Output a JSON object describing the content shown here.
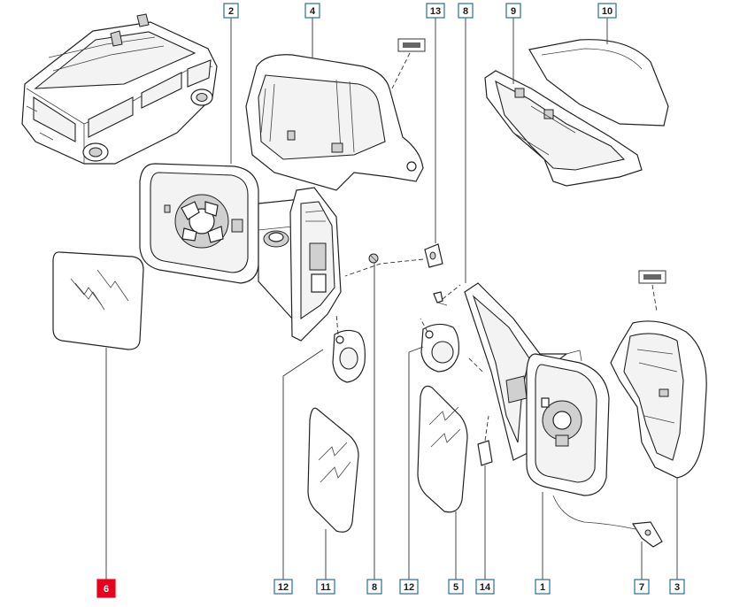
{
  "callouts": [
    {
      "id": "c2",
      "label": "2",
      "highlight": false
    },
    {
      "id": "c4",
      "label": "4",
      "highlight": false
    },
    {
      "id": "c13",
      "label": "13",
      "highlight": false
    },
    {
      "id": "c8t",
      "label": "8",
      "highlight": false
    },
    {
      "id": "c9",
      "label": "9",
      "highlight": false
    },
    {
      "id": "c10",
      "label": "10",
      "highlight": false
    },
    {
      "id": "c6",
      "label": "6",
      "highlight": true
    },
    {
      "id": "c12a",
      "label": "12",
      "highlight": false
    },
    {
      "id": "c11",
      "label": "11",
      "highlight": false
    },
    {
      "id": "c8b",
      "label": "8",
      "highlight": false
    },
    {
      "id": "c12b",
      "label": "12",
      "highlight": false
    },
    {
      "id": "c5",
      "label": "5",
      "highlight": false
    },
    {
      "id": "c14",
      "label": "14",
      "highlight": false
    },
    {
      "id": "c1",
      "label": "1",
      "highlight": false
    },
    {
      "id": "c7",
      "label": "7",
      "highlight": false
    },
    {
      "id": "c3",
      "label": "3",
      "highlight": false
    }
  ],
  "icons": {
    "vehicle": "van-rear-three-quarter-icon",
    "clip_marker": "clip-symbol-icon"
  },
  "colors": {
    "callout_border": "#2a6f8f",
    "highlight": "#e8001c",
    "line": "#222222"
  }
}
